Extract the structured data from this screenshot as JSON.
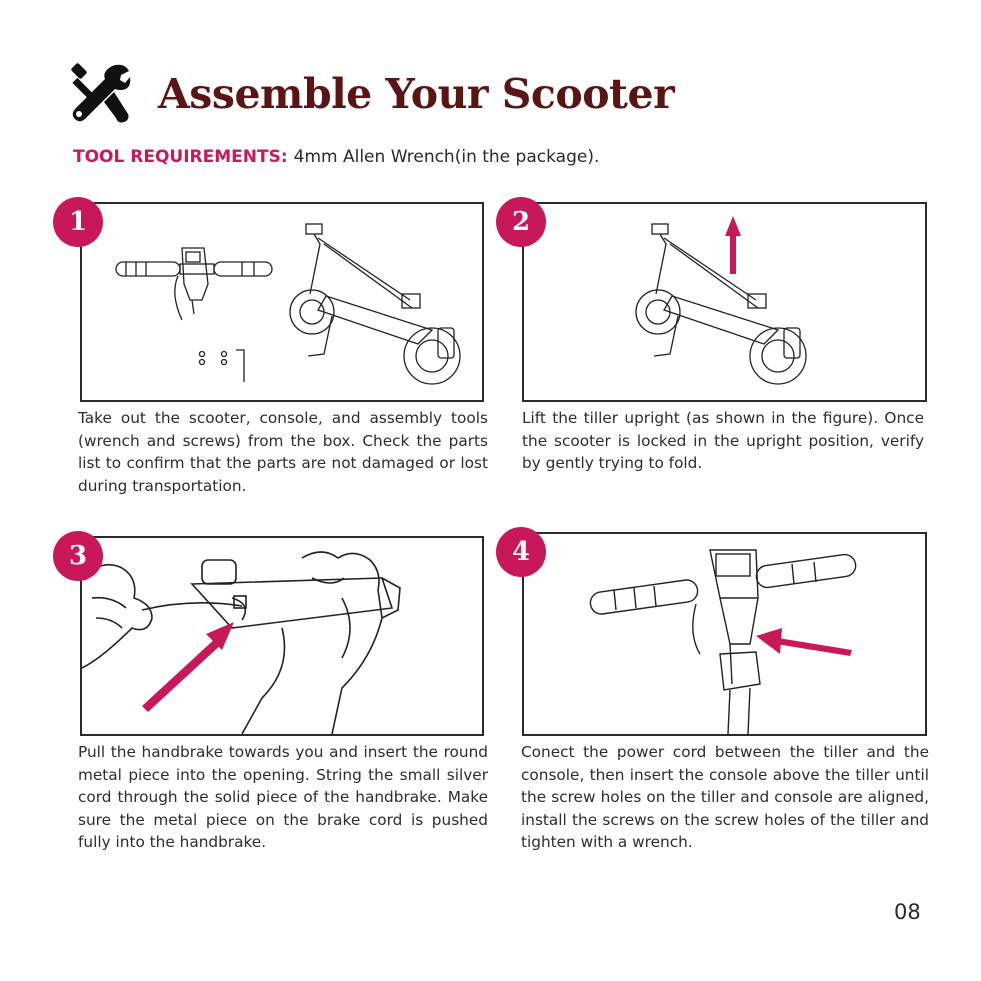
{
  "header": {
    "title": "Assemble Your Scooter",
    "tool_requirements_label": "TOOL REQUIREMENTS:",
    "tool_requirements_text": "4mm Allen Wrench(in the package)."
  },
  "steps": [
    {
      "number": "1",
      "text": "Take out the scooter, console, and assembly tools (wrench and screws) from the box. Check the parts list to confirm that the parts are not damaged or lost during transportation."
    },
    {
      "number": "2",
      "text": "Lift the tiller upright (as shown in the figure). Once the scooter is locked in the upright position, verify by gently trying to fold."
    },
    {
      "number": "3",
      "text": "Pull the handbrake towards you and insert the round metal piece into the opening. String the small silver cord through the solid piece of the handbrake. Make sure the metal piece on the brake cord is pushed fully into the handbrake."
    },
    {
      "number": "4",
      "text": "Conect the power cord between the tiller and the console, then insert the console above the tiller until the screw holes on the tiller and console are aligned, install the screws on the screw holes of the tiller and tighten with a wrench."
    }
  ],
  "page_number": "08",
  "colors": {
    "accent": "#c8185a",
    "title": "#5a1414",
    "text": "#2d2d2d",
    "line": "#2b2b2b"
  },
  "icons": {
    "header": "wrench-screwdriver-icon"
  }
}
